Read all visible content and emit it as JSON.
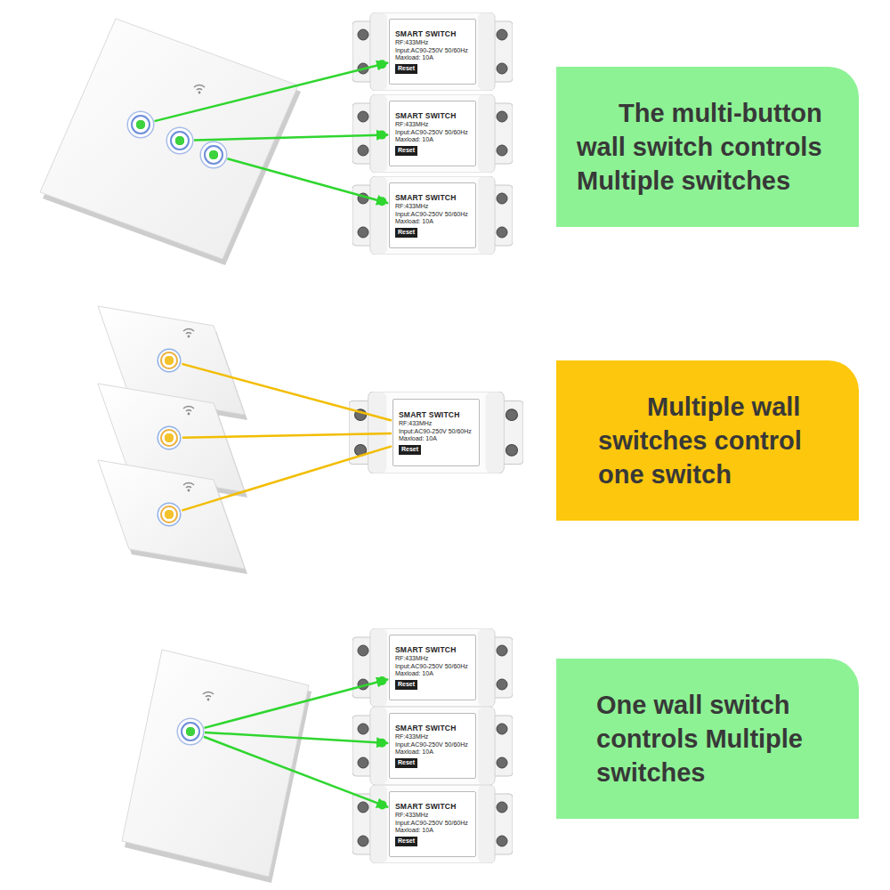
{
  "diagram": {
    "nodes": [
      {
        "text": []
      },
      {
        "text": []
      },
      {
        "text": []
      },
      {
        "text": [
          "SMART SWITCH",
          "RF:433MHz",
          "Input:AC90-250V 50/60Hz",
          "Maxload: 10A",
          "Reset"
        ]
      },
      {
        "text": [
          "SMART SWITCH",
          "RF:433MHz",
          "Input:AC90-250V 50/60Hz",
          "Maxload: 10A",
          "Reset"
        ]
      },
      {
        "text": [
          "SMART SWITCH",
          "RF:433MHz",
          "Input:AC90-250V 50/60Hz",
          "Maxload: 10A",
          "Reset"
        ]
      },
      {
        "text": [
          "The multi-button wall switch controls Multiple switches"
        ]
      },
      {
        "text": []
      },
      {
        "text": []
      },
      {
        "text": []
      },
      {
        "text": [
          "SMART SWITCH",
          "RF:433MHz",
          "Input:AC90-250V 50/60Hz",
          "Maxload: 10A",
          "Reset"
        ]
      },
      {
        "text": [
          "Multiple wall switches control one switch"
        ]
      },
      {
        "text": []
      },
      {
        "text": [
          "SMART SWITCH",
          "RF:433MHz",
          "Input:AC90-250V 50/60Hz",
          "Maxload: 10A",
          "Reset"
        ]
      },
      {
        "text": [
          "SMART SWITCH",
          "RF:433MHz",
          "Input:AC90-250V 50/60Hz",
          "Maxload: 10A",
          "Reset"
        ]
      },
      {
        "text": [
          "SMART SWITCH",
          "RF:433MHz",
          "Input:AC90-250V 50/60Hz",
          "Maxload: 10A",
          "Reset"
        ]
      },
      {
        "text": [
          "One wall switch controls Multiple switches"
        ]
      }
    ],
    "edges": [
      {
        "from": 0,
        "to": 3,
        "arrow": "to"
      },
      {
        "from": 1,
        "to": 4,
        "arrow": "to"
      },
      {
        "from": 2,
        "to": 5,
        "arrow": "to"
      },
      {
        "from": 7,
        "to": 10,
        "arrow": "none"
      },
      {
        "from": 8,
        "to": 10,
        "arrow": "none"
      },
      {
        "from": 9,
        "to": 10,
        "arrow": "none"
      },
      {
        "from": 12,
        "to": 13,
        "arrow": "to"
      },
      {
        "from": 12,
        "to": 14,
        "arrow": "to"
      },
      {
        "from": 12,
        "to": 15,
        "arrow": "to"
      }
    ]
  }
}
